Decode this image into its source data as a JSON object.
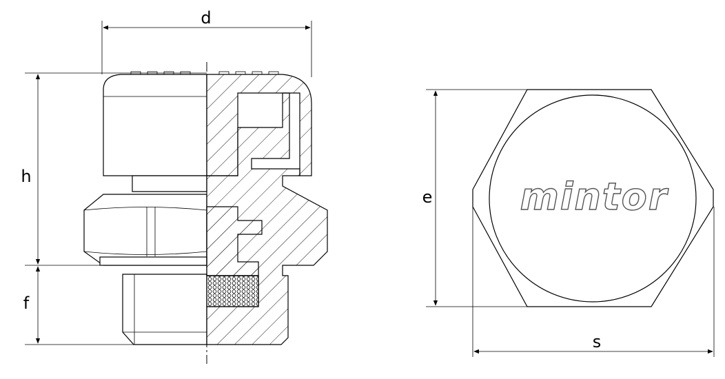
{
  "dimensions": {
    "d": "d",
    "h": "h",
    "f": "f",
    "e": "e",
    "s": "s"
  },
  "logo": {
    "text": "mintor"
  }
}
